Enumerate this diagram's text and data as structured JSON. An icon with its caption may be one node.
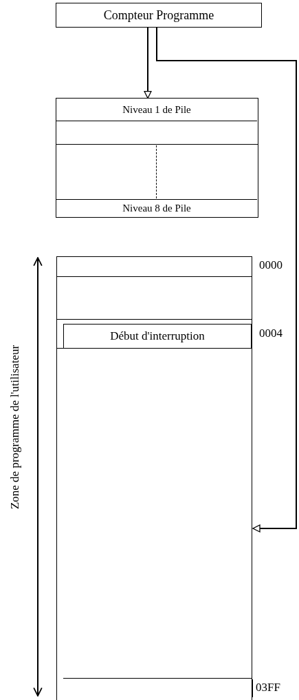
{
  "diagram": {
    "nodes": [
      {
        "text": [
          "Compteur Programme"
        ]
      },
      {
        "text": [],
        "shape": "box"
      },
      {
        "text": [
          "Niveau 1 de  Pile"
        ],
        "in": 1
      },
      {
        "text": [
          "Niveau 8 de  Pile"
        ],
        "in": 1
      },
      {
        "text": [],
        "shape": "box"
      },
      {
        "text": [
          "Début d'interruption"
        ],
        "in": 4
      }
    ],
    "edges": [
      {
        "from": 0,
        "to": 2,
        "arrow": "to"
      },
      {
        "from": 0,
        "to": 4,
        "arrow": "to"
      }
    ],
    "labels": [
      "0000",
      "0004",
      "Zone de programme de l'utilisateur",
      "03FF"
    ]
  }
}
